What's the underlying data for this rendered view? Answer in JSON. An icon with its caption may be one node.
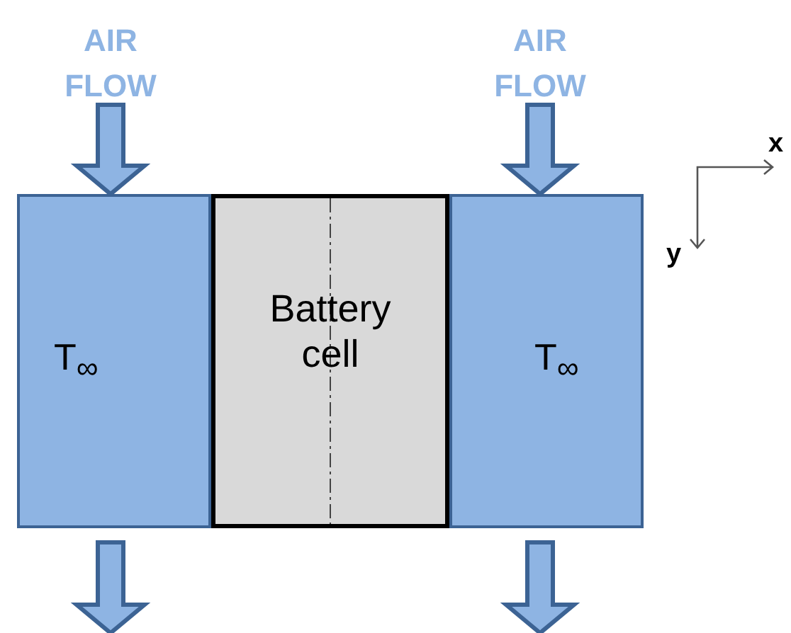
{
  "diagram": {
    "nodes": [
      {
        "text": [
          "AIR FLOW"
        ]
      },
      {
        "text": [
          "AIR FLOW"
        ]
      },
      {
        "text": [
          "T$_{∞}$"
        ]
      },
      {
        "text": [
          "Battery cell"
        ]
      },
      {
        "text": [
          "T$_{∞}$"
        ]
      }
    ],
    "edges": [
      {
        "from": 0,
        "to": 2,
        "arrow": "to"
      },
      {
        "from": 1,
        "to": 4,
        "arrow": "to"
      },
      {
        "from": 2,
        "to": null,
        "arrow": "to"
      },
      {
        "from": 4,
        "to": null,
        "arrow": "to"
      }
    ],
    "labels": [
      "x",
      "y"
    ]
  }
}
